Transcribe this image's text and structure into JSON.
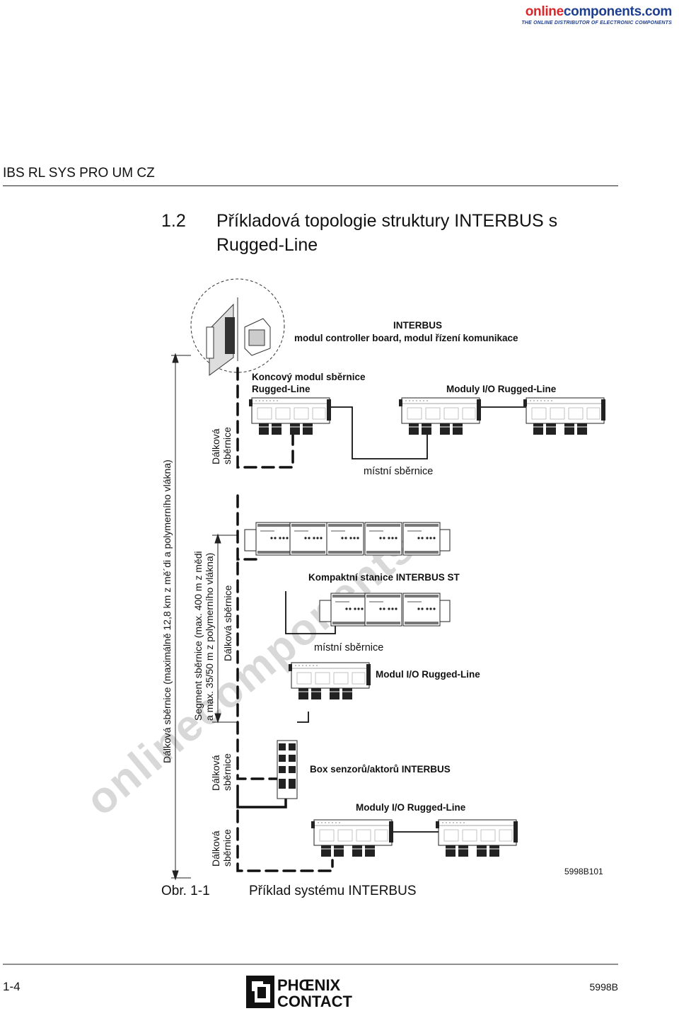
{
  "logo": {
    "word_online": "online",
    "word_components": "components.com",
    "tagline": "THE ONLINE DISTRIBUTOR OF ELECTRONIC COMPONENTS"
  },
  "header": {
    "doc_id": "IBS RL SYS PRO UM CZ"
  },
  "section": {
    "number": "1.2",
    "title": "Příkladová topologie struktury INTERBUS s Rugged-Line"
  },
  "labels": {
    "interbus_line1": "INTERBUS",
    "interbus_line2": "modul controller board, modul řízení komunikace",
    "koncovy_line1": "Koncový modul sběrnice",
    "koncovy_line2": "Rugged-Line",
    "moduly_io_top": "Moduly I/O Rugged-Line",
    "mistni_1": "místní sběrnice",
    "kompaktni": "Kompaktní stanice INTERBUS ST",
    "mistni_2": "místní sběrnice",
    "modul_io": "Modul I/O Rugged-Line",
    "box": "Box senzorů/aktorů INTERBUS",
    "moduly_io_bottom": "Moduly I/O Rugged-Line",
    "fig_code": "5998B101"
  },
  "vertical_labels": {
    "dalkova_max": "Dálková sběrnice (maximálně 12,8 km z mě´di a polymerního vlákna)",
    "segment_line1": "Segment sběrnice (max. 400 m z mědi",
    "segment_line2": "a max. 35/50 m z polymerního vlákna)",
    "dalkova_mid": "Dálková sběrnice",
    "dalkova_top_1": "Dálková",
    "dalkova_top_2": "sběrnice",
    "dalkova_low_1": "Dálková",
    "dalkova_low_2": "sběrnice",
    "dalkova_bottom_1": "Dálková",
    "dalkova_bottom_2": "sběrnice"
  },
  "caption": {
    "number": "Obr. 1-1",
    "text": "Příklad systému INTERBUS"
  },
  "watermark": "onlinecomponents",
  "footer": {
    "page": "1-4",
    "code": "5998B",
    "brand_line1": "PHŒNIX",
    "brand_line2": "CONTACT"
  }
}
